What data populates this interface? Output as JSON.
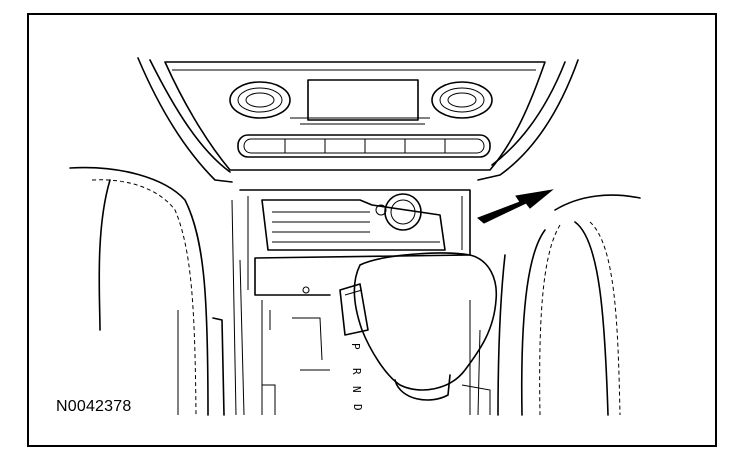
{
  "figure": {
    "id_label": "N0042378",
    "gear_letters": [
      "P",
      "R",
      "N",
      "D"
    ],
    "line_color": "#000000",
    "background": "#ffffff"
  }
}
